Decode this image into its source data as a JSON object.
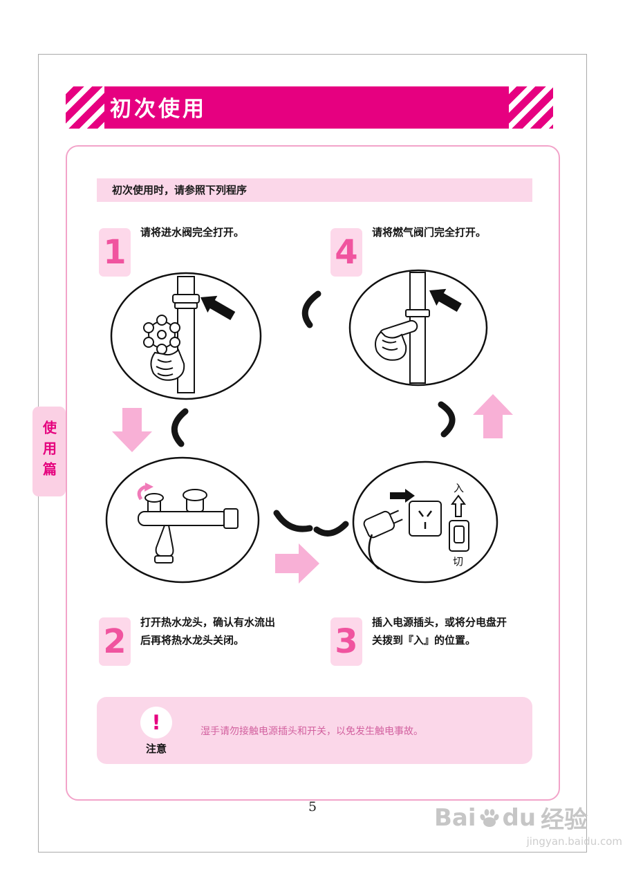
{
  "colors": {
    "magenta": "#e60080",
    "pink_light": "#fbd7e9",
    "pink_arrow": "#f8b0d6",
    "pink_number": "#f0549f"
  },
  "banner": {
    "title": "初次使用"
  },
  "side_tab": {
    "label": "使用篇"
  },
  "intro": {
    "text": "初次使用时，请参照下列程序"
  },
  "steps": [
    {
      "number": "1",
      "text": "请将进水阀完全打开。"
    },
    {
      "number": "4",
      "text": "请将燃气阀门完全打开。"
    },
    {
      "number": "2",
      "text": "打开热水龙头，确认有水流出\n后再将热水龙头关闭。"
    },
    {
      "number": "3",
      "text": "插入电源插头，或将分电盘开\n关拨到『入』的位置。"
    }
  ],
  "diagram": {
    "switch_on": "入",
    "switch_off": "切"
  },
  "notice": {
    "icon_glyph": "!",
    "label": "注意",
    "text": "湿手请勿接触电源插头和开关，以免发生触电事故。"
  },
  "footer": {
    "page_number": "5"
  },
  "watermark": {
    "brand_prefix": "Bai",
    "brand_suffix": "du",
    "brand_cn": "经验",
    "url": "jingyan.baidu.com"
  }
}
